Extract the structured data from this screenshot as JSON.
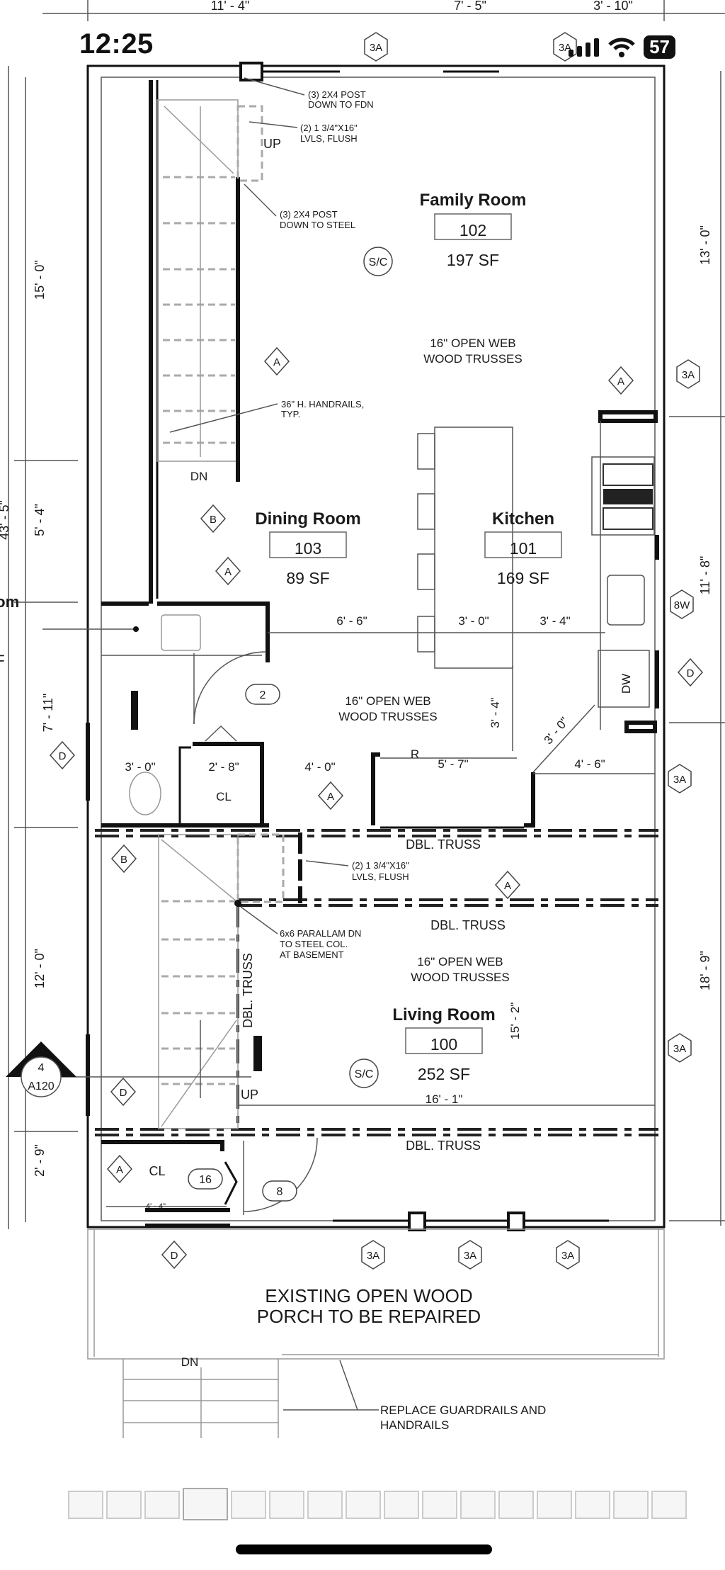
{
  "status_bar": {
    "time": "12:25",
    "battery": "57",
    "icons": [
      "signal-icon",
      "wifi-icon",
      "battery-icon"
    ]
  },
  "dimensions": {
    "top": [
      "11' - 4\"",
      "7' - 5\"",
      "3' - 10\""
    ],
    "left": [
      "15' - 0\"",
      "5' - 4\"",
      "7' - 11\"",
      "12' - 0\"",
      "2' - 9\""
    ],
    "overall_left": "43' - 5\"",
    "right": [
      "13' - 0\"",
      "11' - 8\"",
      "18' - 9\""
    ],
    "interior": [
      "6' - 6\"",
      "3' - 0\"",
      "3' - 4\"",
      "3' - 4\"",
      "3' - 0\"",
      "3' - 0\"",
      "2' - 8\"",
      "4' - 0\"",
      "5' - 7\"",
      "4' - 6\"",
      "15' - 2\"",
      "16' - 1\"",
      "4' - 4\""
    ]
  },
  "rooms": [
    {
      "name": "Family Room",
      "number": "102",
      "area": "197 SF"
    },
    {
      "name": "Dining Room",
      "number": "103",
      "area": "89 SF"
    },
    {
      "name": "Kitchen",
      "number": "101",
      "area": "169 SF"
    },
    {
      "name": "Living Room",
      "number": "100",
      "area": "252 SF"
    }
  ],
  "partial_room": {
    "name": "Room",
    "area_fragment": "F"
  },
  "notes": {
    "post_fdn": [
      "(3) 2X4 POST",
      "DOWN TO FDN"
    ],
    "lvls_upper": [
      "(2) 1 3/4\"X16\"",
      "LVLS, FLUSH"
    ],
    "post_steel": [
      "(3) 2X4 POST",
      "DOWN TO STEEL"
    ],
    "handrails": [
      "36\" H. HANDRAILS,",
      "TYP."
    ],
    "trusses_family": [
      "16\" OPEN WEB",
      "WOOD TRUSSES"
    ],
    "trusses_dining": [
      "16\" OPEN WEB",
      "WOOD TRUSSES"
    ],
    "trusses_living": [
      "16\" OPEN WEB",
      "WOOD TRUSSES"
    ],
    "lvls_lower": [
      "(2) 1 3/4\"X16\"",
      "LVLS, FLUSH"
    ],
    "parallam": [
      "6x6 PARALLAM DN",
      "TO STEEL COL.",
      "AT BASEMENT"
    ],
    "dbl_truss": [
      "DBL. TRUSS",
      "DBL. TRUSS",
      "DBL. TRUSS",
      "DBL. TRUSS"
    ],
    "porch": [
      "EXISTING OPEN WOOD",
      "PORCH TO BE REPAIRED"
    ],
    "guardrails": [
      "REPLACE GUARDRAILS AND",
      "HANDRAILS"
    ]
  },
  "labels": {
    "up_top": "UP",
    "dn_stair": "DN",
    "closet_bath": "CL",
    "fridge": "R",
    "dishwasher": "DW",
    "up_lower": "UP",
    "closet_front": "CL",
    "dn_porch": "DN",
    "sc_1": "S/C",
    "sc_2": "S/C"
  },
  "section_marker": {
    "number": "4",
    "sheet": "A120"
  },
  "tags": [
    "3A",
    "3A",
    "A",
    "3A",
    "A",
    "B",
    "A",
    "8W",
    "D",
    "D",
    "A",
    "3A",
    "B",
    "A",
    "3A",
    "D",
    "A",
    "D",
    "3A",
    "3A",
    "3A"
  ],
  "door_tags": [
    "2",
    "16",
    "8"
  ],
  "page_thumbnails": {
    "count": 16,
    "selected_index": 3
  }
}
